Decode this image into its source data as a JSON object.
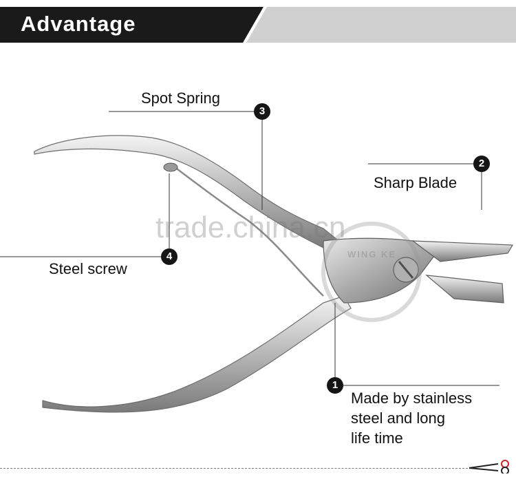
{
  "header": {
    "title": "Advantage",
    "colors": {
      "dark": "#1a1a1a",
      "light": "#d0d0d0"
    }
  },
  "callouts": [
    {
      "number": "3",
      "label": "Spot Spring"
    },
    {
      "number": "2",
      "label": "Sharp Blade"
    },
    {
      "number": "4",
      "label": "Steel screw"
    },
    {
      "number": "1",
      "lines": [
        "Made by stainless",
        "steel and long",
        "life time"
      ]
    }
  ],
  "watermark": {
    "text": "trade.china.cn",
    "logo_text": "WING KE"
  },
  "footer": {
    "icon": "scissors-icon"
  },
  "product": {
    "icon": "nail-nipper-icon"
  }
}
